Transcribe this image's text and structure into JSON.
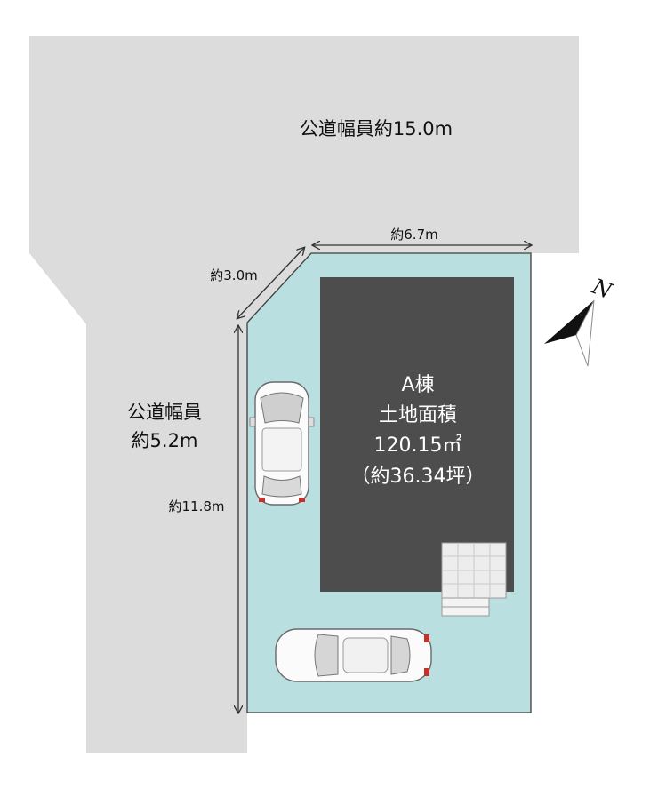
{
  "roads": {
    "north": {
      "label": "公道幅員約15.0m"
    },
    "west": {
      "line1": "公道幅員",
      "line2": "約5.2m"
    }
  },
  "dimensions": {
    "top_width": "約6.7m",
    "corner_cut": "約3.0m",
    "left_length": "約11.8m"
  },
  "house": {
    "name": "A棟",
    "area_title": "土地面積",
    "area_sqm": "120.15㎡",
    "area_tsubo": "（約36.34坪）"
  },
  "compass": {
    "letter": "N"
  },
  "colors": {
    "road": "#dcdcdc",
    "lot": "#b9dfe0",
    "house": "#4d4d4d",
    "deck": "#eeeeee"
  }
}
